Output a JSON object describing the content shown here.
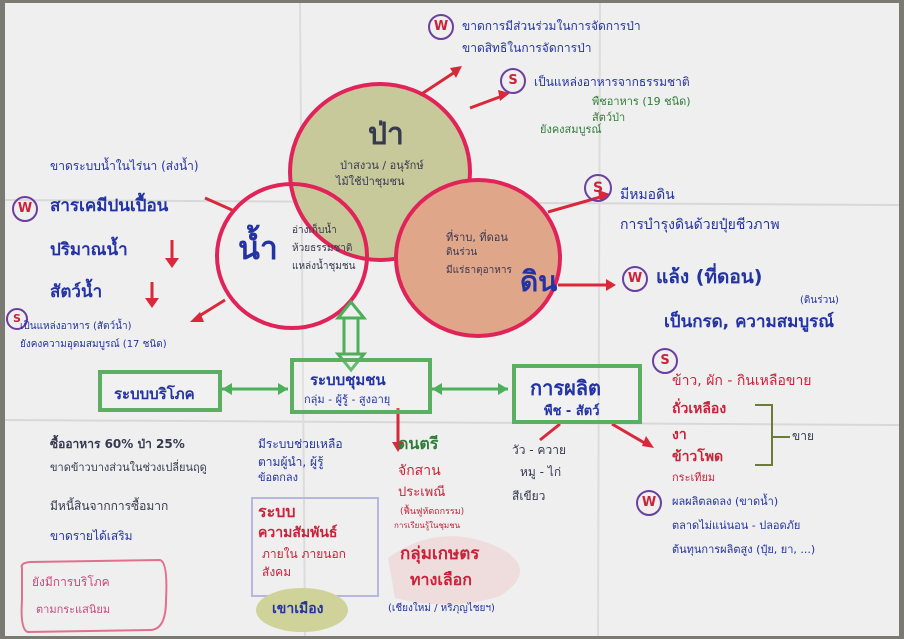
{
  "nodes": {
    "forest": {
      "label": "ป่า",
      "lines": [
        "ป่าสงวน / อนุรักษ์",
        "ไม้ใช้ป่าชุมชน"
      ]
    },
    "water": {
      "label": "น้ำ",
      "lines": [
        "อ่างเก็บน้ำ",
        "ห้วยธรรมชาติ",
        "แหล่งน้ำชุมชน"
      ]
    },
    "soil": {
      "label": "ดิน",
      "lines": [
        "ที่ราบ, ที่ดอน",
        "ดินร่วน",
        "มีแร่ธาตุอาหาร"
      ]
    }
  },
  "boxes": {
    "consumption": "ระบบบริโภค",
    "community": {
      "title": "ระบบชุมชน",
      "sub": "กลุ่ม - ผู้รู้ - สูงอายุ"
    },
    "production": {
      "title": "การผลิต",
      "sub": "พืช - สัตว์"
    }
  },
  "top_notes": {
    "w_items": [
      "ขาดการมีส่วนร่วมในการจัดการป่า",
      "ขาดสิทธิในการจัดการป่า"
    ],
    "s_items": [
      "เป็นแหล่งอาหารจากธรรมชาติ",
      "พืชอาหาร (19 ชนิด)",
      "สัตว์ป่า",
      "ยังคงสมบูรณ์"
    ]
  },
  "left_notes": {
    "items": [
      "ขาดระบบน้ำในไร่นา (ส่งน้ำ)",
      "สารเคมีปนเปื้อน",
      "ปริมาณน้ำ",
      "สัตว์น้ำ"
    ],
    "s_items": [
      "เป็นแหล่งอาหาร (สัตว์น้ำ)",
      "ยังคงความอุดมสมบูรณ์ (17 ชนิด)"
    ]
  },
  "right_notes": {
    "items": [
      "มีหมอดิน",
      "การบำรุงดินด้วยปุ๋ยชีวภาพ",
      "แล้ง (ที่ดอน)",
      "เป็นกรด, ความสมบูรณ์"
    ],
    "small": "(ดินร่วน)"
  },
  "production_notes": {
    "items": [
      "ข้าว, ผัก - กินเหลือขาย",
      "ถั่วเหลือง",
      "งา",
      "ข้าวโพด",
      "กระเทียม"
    ],
    "sell": "ขาย",
    "w_items": [
      "ผลผลิตลดลง (ขาดน้ำ)",
      "ตลาดไม่แน่นอน - ปลอดภัย",
      "ต้นทุนการผลิตสูง (ปุ๋ย, ยา, ...)"
    ]
  },
  "consumption_notes": [
    "ซื้ออาหาร 60% ป่า 25%",
    "ขาดข้าวบางส่วนในช่วงเปลี่ยนฤดู",
    "มีหนี้สินจากการซื้อมาก",
    "ขาดรายได้เสริม"
  ],
  "community_notes": {
    "items": [
      "มีระบบช่วยเหลือ",
      "ตามผู้นำ, ผู้รู้",
      "ข้อตกลง"
    ],
    "red_items": [
      "ดนตรี",
      "จักสาน",
      "ประเพณี",
      "(ฟื้นฟูหัตถกรรม)",
      "การเรียนรู้ในชุมชน"
    ]
  },
  "production_side": [
    "วัว - ควาย",
    "หมู - ไก่",
    "สีเขียว"
  ],
  "bottom": {
    "relation": [
      "ระบบ",
      "ความสัมพันธ์",
      "ภายใน ภายนอก",
      "สังคม"
    ],
    "group": [
      "กลุ่มเกษตร",
      "ทางเลือก"
    ],
    "group_sub": "(เชียงใหม่ / หริภุญไชยฯ)",
    "leaf": "เขาเมือง",
    "pink": [
      "ยังมีการบริโภค",
      "ตามกระแสนิยม"
    ]
  },
  "badges": {
    "w": "W",
    "s": "S"
  },
  "colors": {
    "paper": "#efefef",
    "marker_blue": "#2333a3",
    "marker_red": "#c8233a",
    "marker_green": "#5cae63",
    "circle_pink": "#e0245a",
    "forest_fill": "#c7c99a",
    "soil_fill": "#e0a689"
  }
}
